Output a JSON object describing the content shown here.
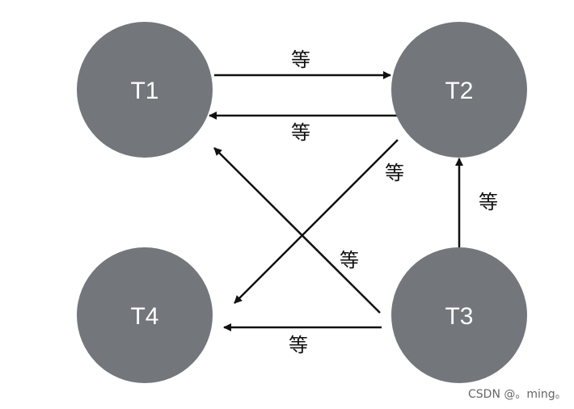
{
  "diagram": {
    "nodes": [
      {
        "id": "T1",
        "label": "T1"
      },
      {
        "id": "T2",
        "label": "T2"
      },
      {
        "id": "T3",
        "label": "T3"
      },
      {
        "id": "T4",
        "label": "T4"
      }
    ],
    "edges": [
      {
        "from": "T1",
        "to": "T2",
        "label": "等"
      },
      {
        "from": "T2",
        "to": "T1",
        "label": "等"
      },
      {
        "from": "T2",
        "to": "T4",
        "label": "等"
      },
      {
        "from": "T3",
        "to": "T1",
        "label": "等"
      },
      {
        "from": "T3",
        "to": "T2",
        "label": "等"
      },
      {
        "from": "T3",
        "to": "T4",
        "label": "等"
      }
    ],
    "colors": {
      "node_fill": "#73767b",
      "node_text": "#ffffff",
      "edge": "#111111"
    }
  },
  "watermark": "CSDN @。ming。"
}
